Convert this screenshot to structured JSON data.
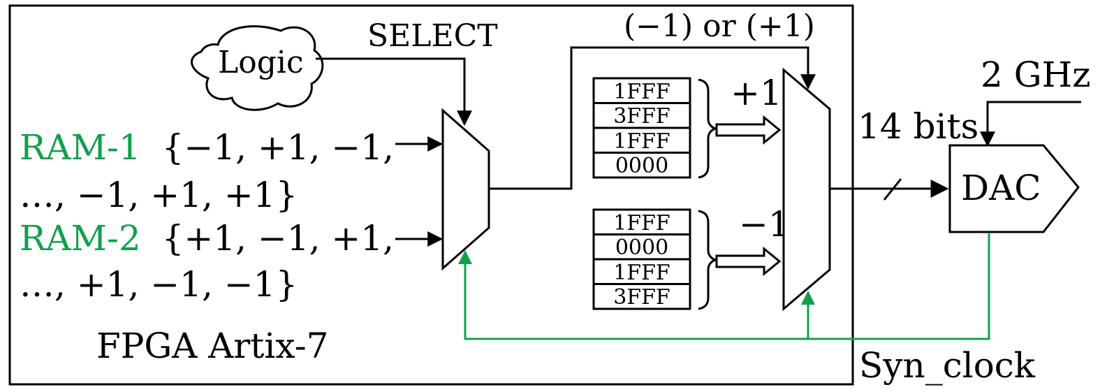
{
  "colors": {
    "ink": "#000000",
    "accent": "#10a04d"
  },
  "labels": {
    "logic": "Logic",
    "select": "SELECT",
    "sign_choice": "(−1) or (+1)",
    "plus_one": "+1",
    "minus_one": "−1",
    "bits": "14 bits",
    "freq": "2 GHz",
    "dac": "DAC",
    "fpga": "FPGA Artix-7",
    "syn_clock": "Syn_clock"
  },
  "ram1": {
    "name": "RAM-1",
    "line1": "{−1, +1, −1,",
    "line2": "…, −1, +1, +1}"
  },
  "ram2": {
    "name": "RAM-2",
    "line1": "{+1, −1, +1,",
    "line2": "…, +1, −1, −1}"
  },
  "lut_plus": [
    "1FFF",
    "3FFF",
    "1FFF",
    "0000"
  ],
  "lut_minus": [
    "1FFF",
    "0000",
    "1FFF",
    "3FFF"
  ]
}
